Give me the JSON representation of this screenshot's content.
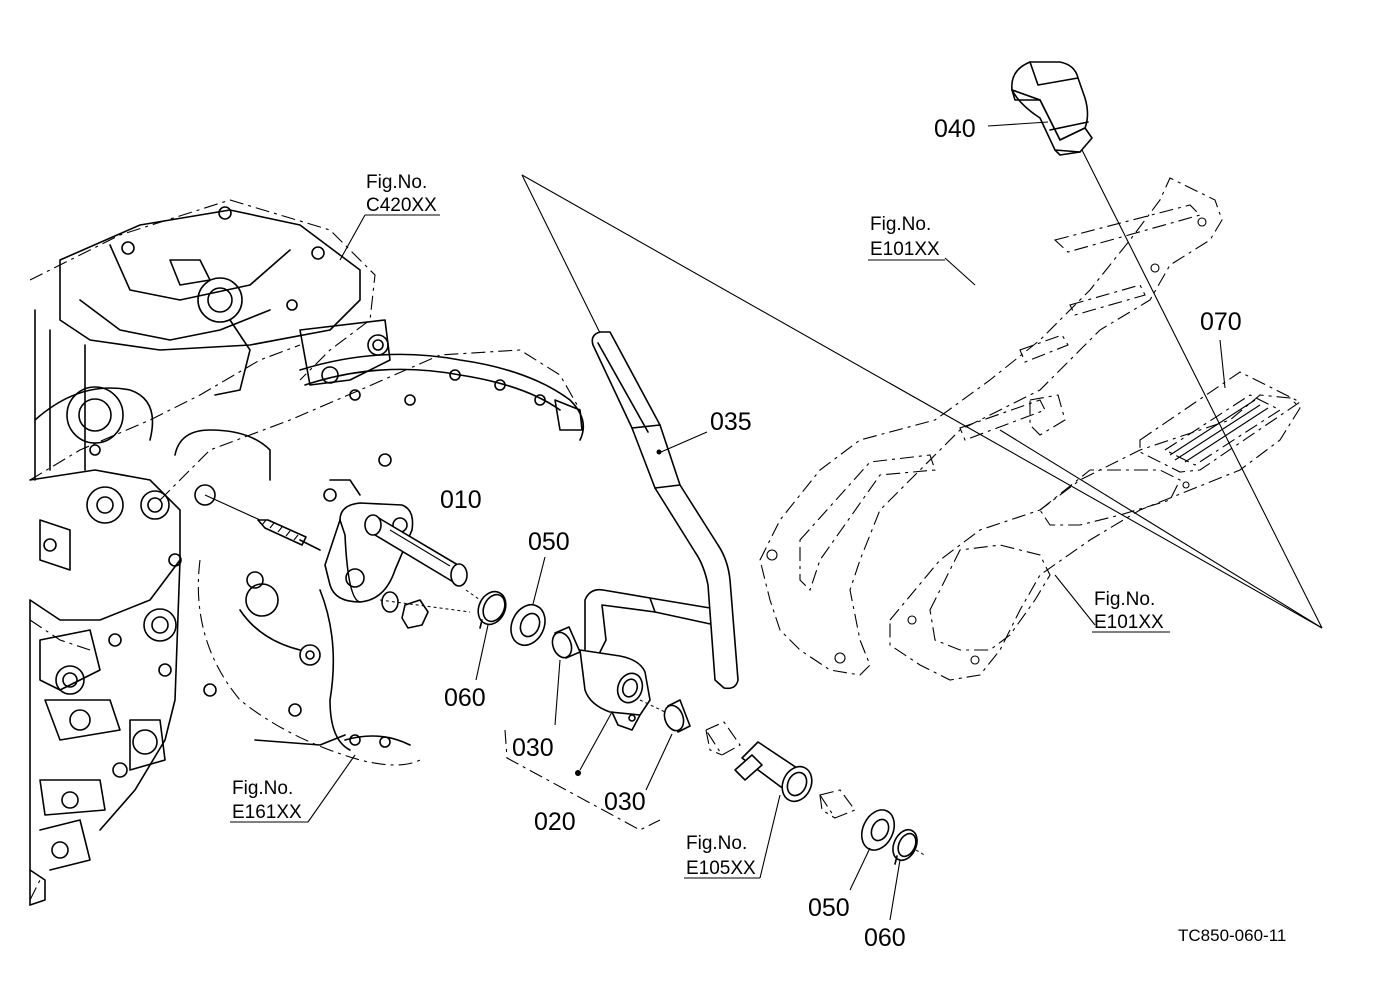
{
  "parts": {
    "p010": "010",
    "p020": "020",
    "p030a": "030",
    "p030b": "030",
    "p035": "035",
    "p040": "040",
    "p050a": "050",
    "p050b": "050",
    "p060a": "060",
    "p060b": "060",
    "p070": "070"
  },
  "fig_refs": {
    "c420": {
      "line1": "Fig.No.",
      "line2": "C420XX"
    },
    "e101_upper": {
      "line1": "Fig.No.",
      "line2": "E101XX"
    },
    "e101_lower": {
      "line1": "Fig.No.",
      "line2": "E101XX"
    },
    "e161": {
      "line1": "Fig.No.",
      "line2": "E161XX"
    },
    "e105": {
      "line1": "Fig.No.",
      "line2": "E105XX"
    }
  },
  "drawing_code": "TC850-060-11"
}
